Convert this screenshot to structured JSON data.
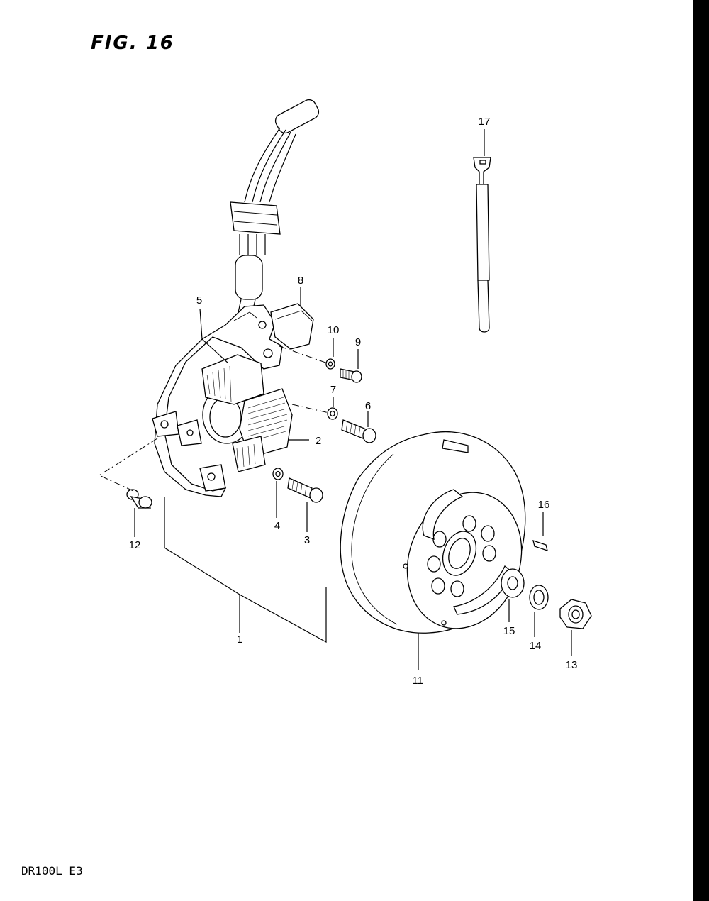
{
  "figure": {
    "title": "FIG. 16",
    "model": "DR100L  E3"
  },
  "callouts": [
    {
      "id": "c1",
      "text": "1"
    },
    {
      "id": "c2",
      "text": "2"
    },
    {
      "id": "c3",
      "text": "3"
    },
    {
      "id": "c4",
      "text": "4"
    },
    {
      "id": "c5",
      "text": "5"
    },
    {
      "id": "c6",
      "text": "6"
    },
    {
      "id": "c7",
      "text": "7"
    },
    {
      "id": "c8",
      "text": "8"
    },
    {
      "id": "c9",
      "text": "9"
    },
    {
      "id": "c10",
      "text": "10"
    },
    {
      "id": "c11",
      "text": "11"
    },
    {
      "id": "c12",
      "text": "12"
    },
    {
      "id": "c13",
      "text": "13"
    },
    {
      "id": "c14",
      "text": "14"
    },
    {
      "id": "c15",
      "text": "15"
    },
    {
      "id": "c16",
      "text": "16"
    },
    {
      "id": "c17",
      "text": "17"
    }
  ]
}
